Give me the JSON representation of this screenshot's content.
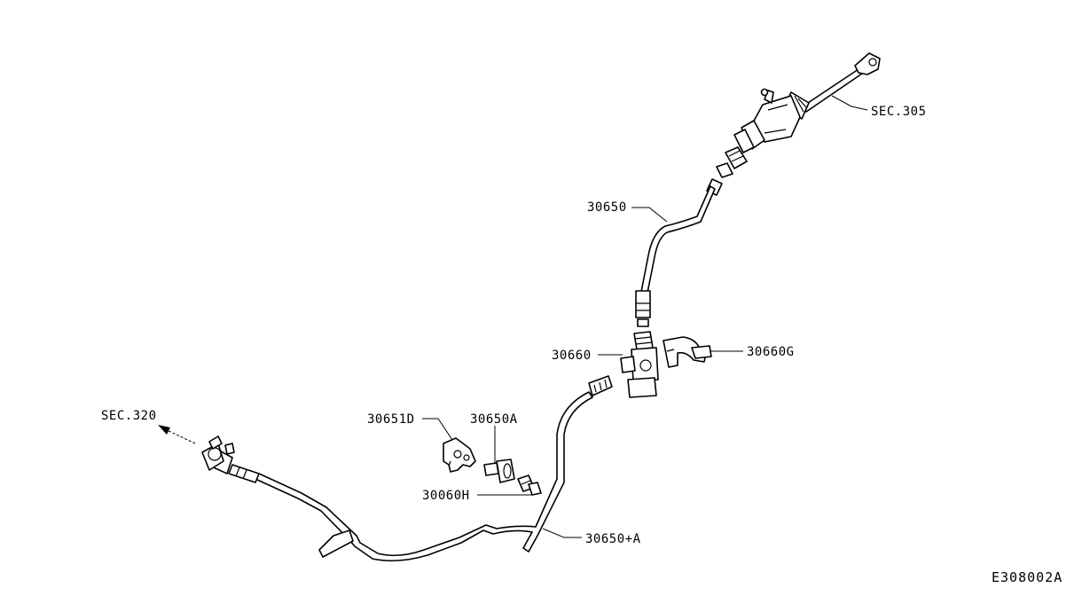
{
  "diagram": {
    "figure_code": "E308002A",
    "labels": {
      "sec_305": "SEC.305",
      "sec_320": "SEC.320",
      "p30650": "30650",
      "p30660": "30660",
      "p30660g": "30660G",
      "p30651d": "30651D",
      "p30650a": "30650A",
      "p30060h": "30060H",
      "p30650_a": "30650+A"
    },
    "colors": {
      "line": "#000000",
      "background": "#ffffff"
    }
  }
}
